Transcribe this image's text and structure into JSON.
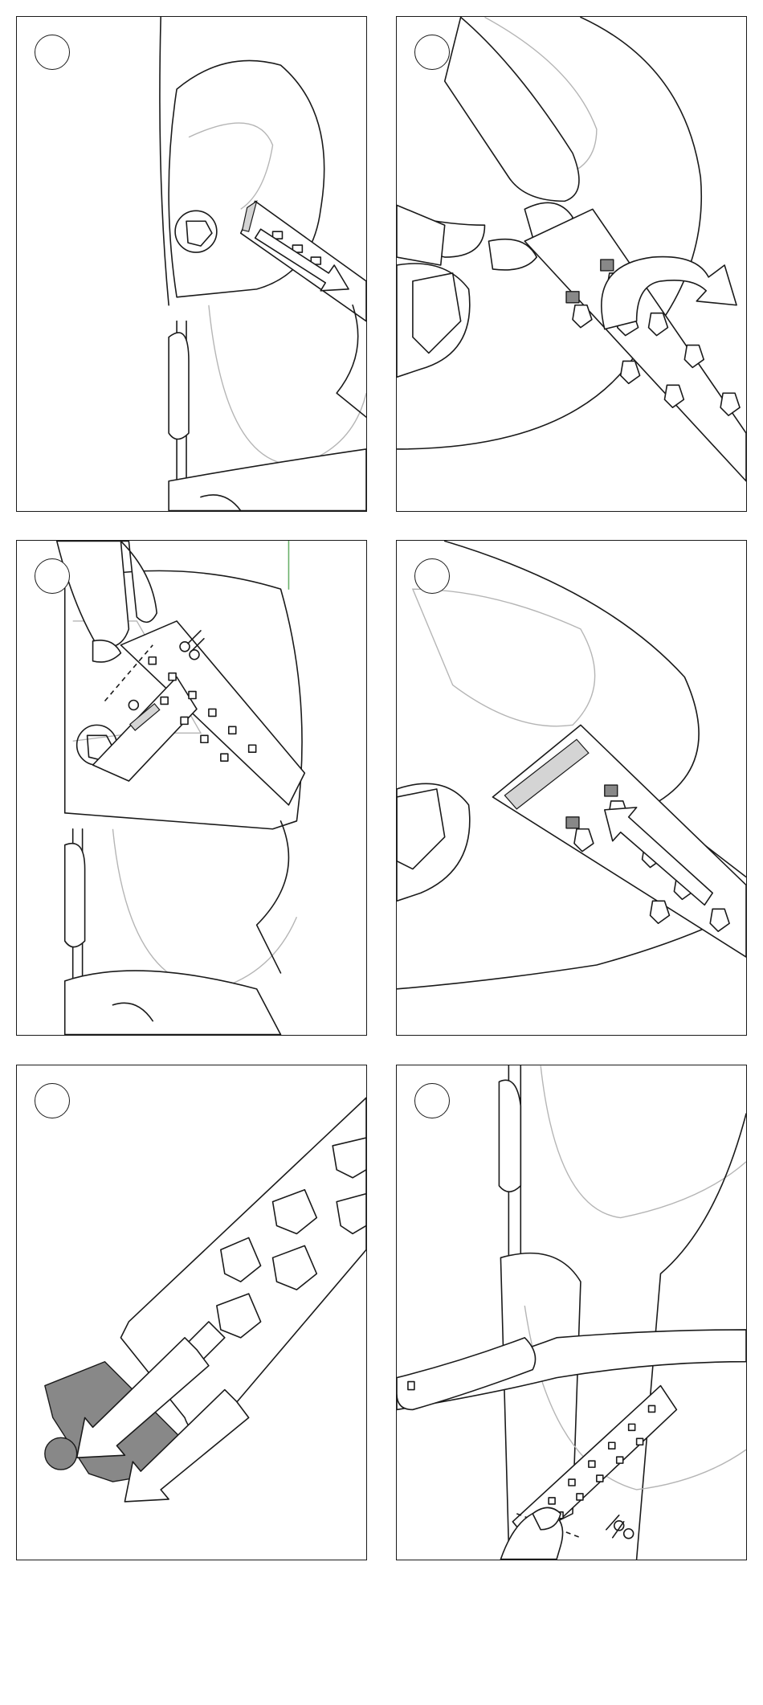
{
  "figure": {
    "panels": [
      {
        "step": "",
        "illustration": "adjust-strap-pull"
      },
      {
        "step": "",
        "illustration": "fold-strap-over"
      },
      {
        "step": "",
        "illustration": "mark-and-cut-strap"
      },
      {
        "step": "",
        "illustration": "slide-strap-back"
      },
      {
        "step": "",
        "illustration": "attach-strap-end"
      },
      {
        "step": "",
        "illustration": "trim-lower-strap"
      }
    ],
    "colors": {
      "line": "#1a1a1a",
      "light_line": "#b5b5b5",
      "shade": "#d4d4d4",
      "dark_shade": "#888888"
    },
    "icons": [
      "scissors-icon",
      "arrow-icon",
      "curved-arrow-icon"
    ]
  }
}
